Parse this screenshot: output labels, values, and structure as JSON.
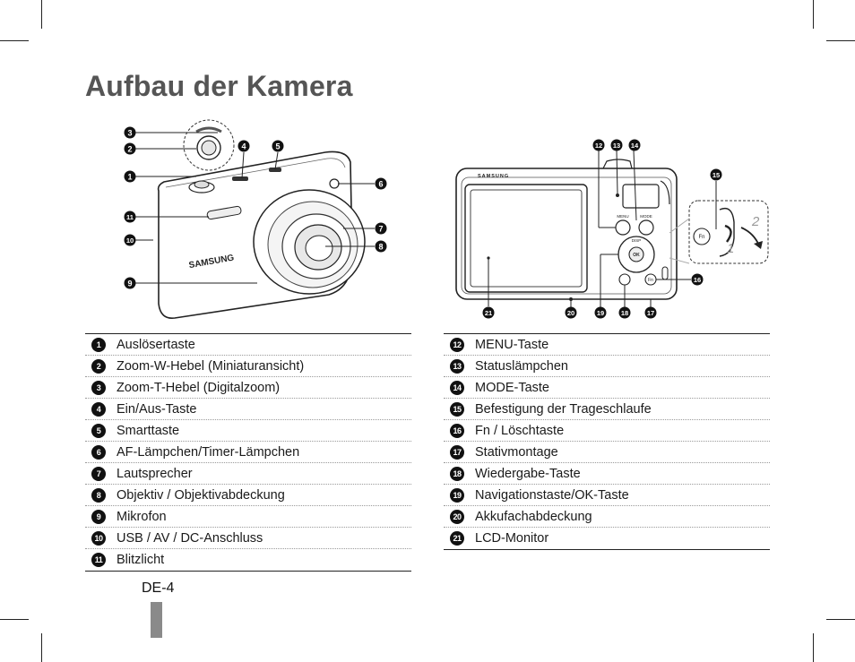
{
  "title": "Aufbau der Kamera",
  "front_camera": {
    "brand": "SAMSUNG",
    "callouts": [
      "1",
      "2",
      "3",
      "4",
      "5",
      "6",
      "7",
      "8",
      "9",
      "10",
      "11"
    ]
  },
  "back_camera": {
    "brand": "SAMSUNG",
    "buttons": {
      "menu": "MENU",
      "mode": "MODE",
      "disp": "DISP",
      "ok": "OK",
      "fn": "Fn"
    },
    "callouts": [
      "12",
      "13",
      "14",
      "15",
      "16",
      "17",
      "18",
      "19",
      "20",
      "21"
    ],
    "strap_steps": [
      "1",
      "2"
    ]
  },
  "left_legend": [
    {
      "num": "1",
      "label": "Auslösertaste"
    },
    {
      "num": "2",
      "label": "Zoom-W-Hebel (Miniaturansicht)"
    },
    {
      "num": "3",
      "label": "Zoom-T-Hebel (Digitalzoom)"
    },
    {
      "num": "4",
      "label": "Ein/Aus-Taste"
    },
    {
      "num": "5",
      "label": "Smarttaste"
    },
    {
      "num": "6",
      "label": "AF-Lämpchen/Timer-Lämpchen"
    },
    {
      "num": "7",
      "label": "Lautsprecher"
    },
    {
      "num": "8",
      "label": "Objektiv / Objektivabdeckung"
    },
    {
      "num": "9",
      "label": "Mikrofon"
    },
    {
      "num": "10",
      "label": "USB / AV / DC-Anschluss"
    },
    {
      "num": "11",
      "label": "Blitzlicht"
    }
  ],
  "right_legend": [
    {
      "num": "12",
      "label": "MENU-Taste"
    },
    {
      "num": "13",
      "label": "Statuslämpchen"
    },
    {
      "num": "14",
      "label": "MODE-Taste"
    },
    {
      "num": "15",
      "label": "Befestigung der Trageschlaufe"
    },
    {
      "num": "16",
      "label": "Fn / Löschtaste"
    },
    {
      "num": "17",
      "label": "Stativmontage"
    },
    {
      "num": "18",
      "label": "Wiedergabe-Taste"
    },
    {
      "num": "19",
      "label": "Navigationstaste/OK-Taste"
    },
    {
      "num": "20",
      "label": "Akkufachabdeckung"
    },
    {
      "num": "21",
      "label": "LCD-Monitor"
    }
  ],
  "page_number": "DE-4"
}
